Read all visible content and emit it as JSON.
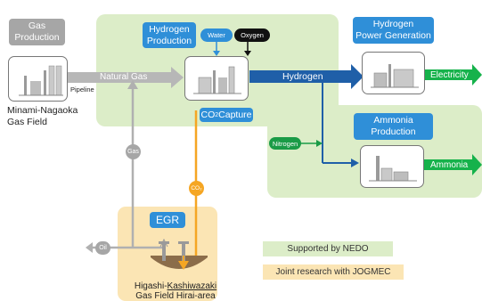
{
  "gas_production": {
    "title": "Gas\nProduction",
    "field_name": "Minami-Nagaoka\nGas Field"
  },
  "pipeline": {
    "label": "Pipeline",
    "flow": "Natural Gas"
  },
  "hydrogen_production": {
    "title": "Hydrogen\nProduction",
    "water": "Water",
    "oxygen": "Oxygen",
    "co2_capture_prefix": "CO",
    "co2_capture_sub": "2",
    "co2_capture_suffix": "Capture"
  },
  "hydrogen_flow": {
    "label": "Hydrogen"
  },
  "power_generation": {
    "title": "Hydrogen\nPower Generation",
    "output": "Electricity"
  },
  "ammonia_production": {
    "title": "Ammonia\nProduction",
    "nitrogen": "Nitrogen",
    "output": "Ammonia"
  },
  "egr": {
    "title": "EGR",
    "gas_return": "Gas",
    "co2_tag": "CO₂",
    "oil": "Oil",
    "field_name_line1_prefix": "Higashi-",
    "field_name_line1_underlined": "Kashiwazaki",
    "field_name_line2": "Gas Field  Hirai-area"
  },
  "legend": {
    "nedo": "Supported by NEDO",
    "jogmec": "Joint research with JOGMEC"
  },
  "colors": {
    "green_bg": "#dcedc8",
    "yellow_bg": "#fbe5b4",
    "blue_label": "#2f8fd8",
    "grey_label": "#a6a6a6",
    "hydrogen_arrow": "#1f5fa8",
    "output_arrow": "#16b24b",
    "co2_line": "#f5a623",
    "gas_line": "#b0b0b0"
  }
}
